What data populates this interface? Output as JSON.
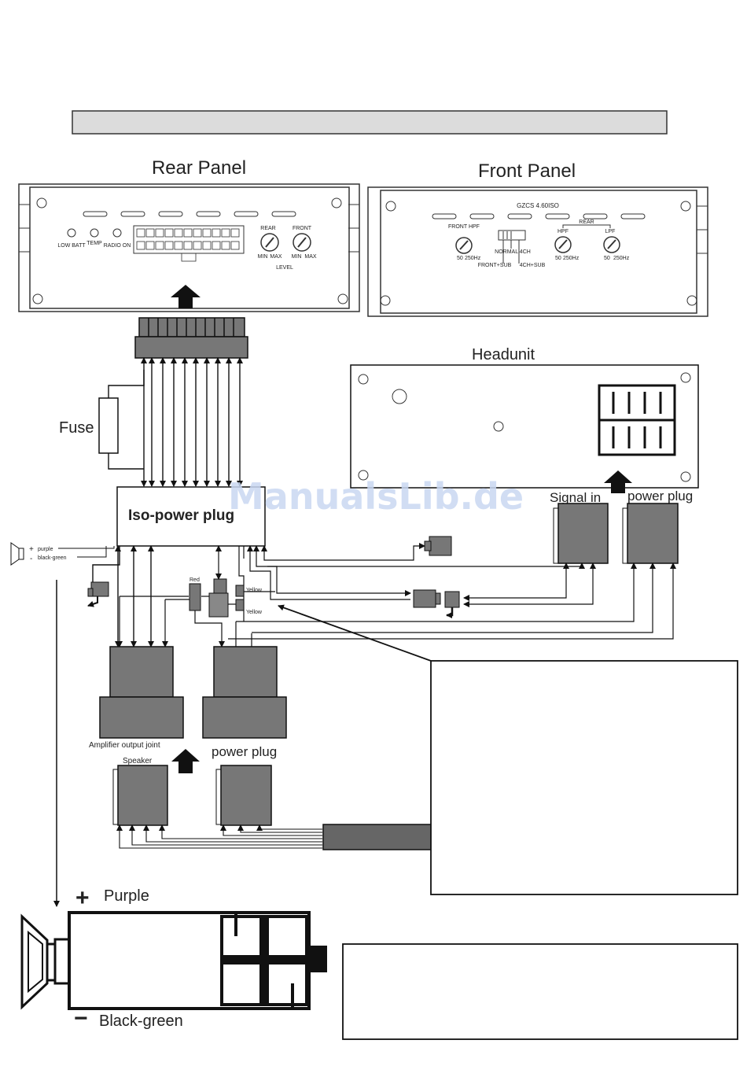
{
  "panels": {
    "rear_title": "Rear Panel",
    "front_title": "Front Panel",
    "rear_indicators": [
      "LOW BATT",
      "TEMP",
      "RADIO ON"
    ],
    "rear_knobs": [
      "REAR",
      "FRONT"
    ],
    "rear_knob_range": [
      "MIN",
      "MAX"
    ],
    "rear_level": "LEVEL",
    "front_model": "GZCS 4.60ISO",
    "front_hpf_label": "FRONT HPF",
    "front_range_a": "50",
    "front_range_b": "250Hz",
    "front_rear_label": "REAR",
    "front_switch_top": "NORMAL 4CH",
    "front_switch_left": "FRONT+SUB",
    "front_switch_right": "4CH+SUB",
    "front_hpf2": "HPF",
    "front_lpf": "LPF"
  },
  "diagram": {
    "fuse": "Fuse",
    "headunit": "Headunit",
    "signal_in": "Signal in",
    "power_plug_hu": "power plug",
    "iso_power_plug": "Iso-power plug",
    "purple_small": "purple",
    "black_green_small": "black-green",
    "red": "Red",
    "yellow1": "Yellow",
    "yellow2": "Yellow",
    "amp_output": "Amplifier output joint",
    "power_plug_amp": "power plug",
    "speaker": "Speaker",
    "purple": "Purple",
    "black_green": "Black-green",
    "watermark": "ManualsLib.de"
  }
}
